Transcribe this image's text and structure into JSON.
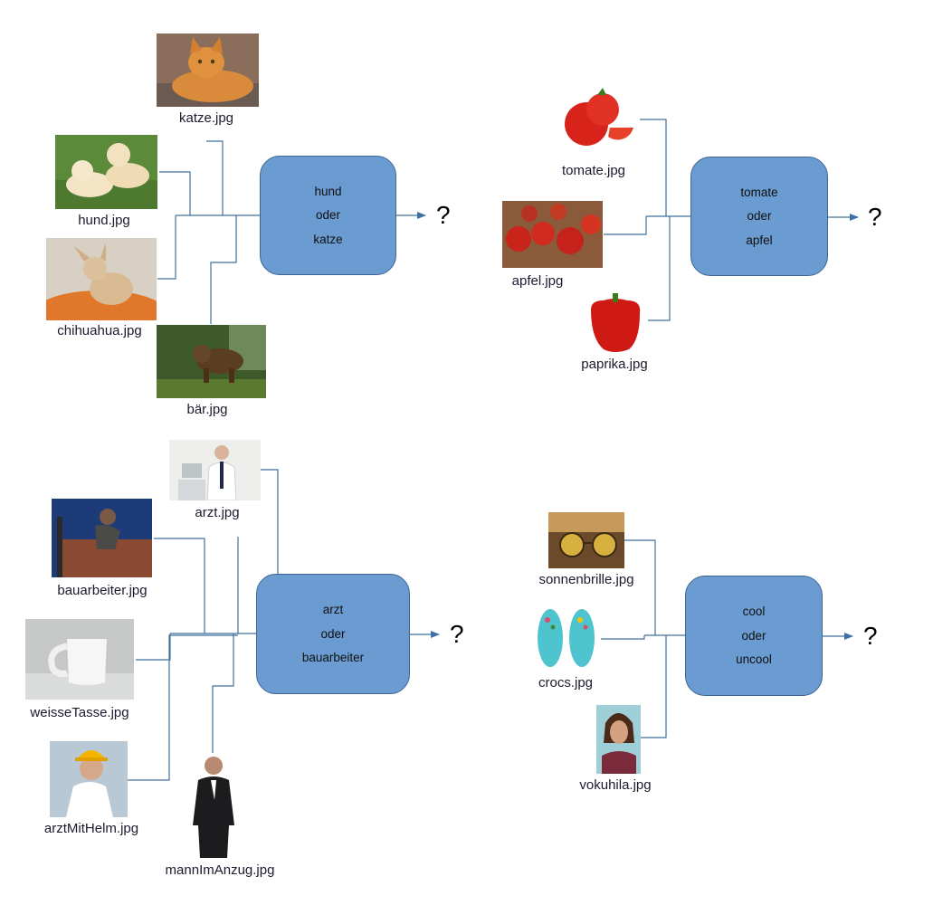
{
  "diagrams": [
    {
      "box": [
        "hund",
        "oder",
        "katze"
      ],
      "output": "?",
      "images": [
        "katze.jpg",
        "hund.jpg",
        "chihuahua.jpg",
        "bär.jpg"
      ]
    },
    {
      "box": [
        "tomate",
        "oder",
        "apfel"
      ],
      "output": "?",
      "images": [
        "tomate.jpg",
        "apfel.jpg",
        "paprika.jpg"
      ]
    },
    {
      "box": [
        "arzt",
        "oder",
        "bauarbeiter"
      ],
      "output": "?",
      "images": [
        "arzt.jpg",
        "bauarbeiter.jpg",
        "weisseTasse.jpg",
        "arztMitHelm.jpg",
        "mannImAnzug.jpg"
      ]
    },
    {
      "box": [
        "cool",
        "oder",
        "uncool"
      ],
      "output": "?",
      "images": [
        "sonnenbrille.jpg",
        "crocs.jpg",
        "vokuhila.jpg"
      ]
    }
  ],
  "colors": {
    "box_fill": "#6a9bd1",
    "box_border": "#3d6594",
    "line": "#41719c"
  }
}
